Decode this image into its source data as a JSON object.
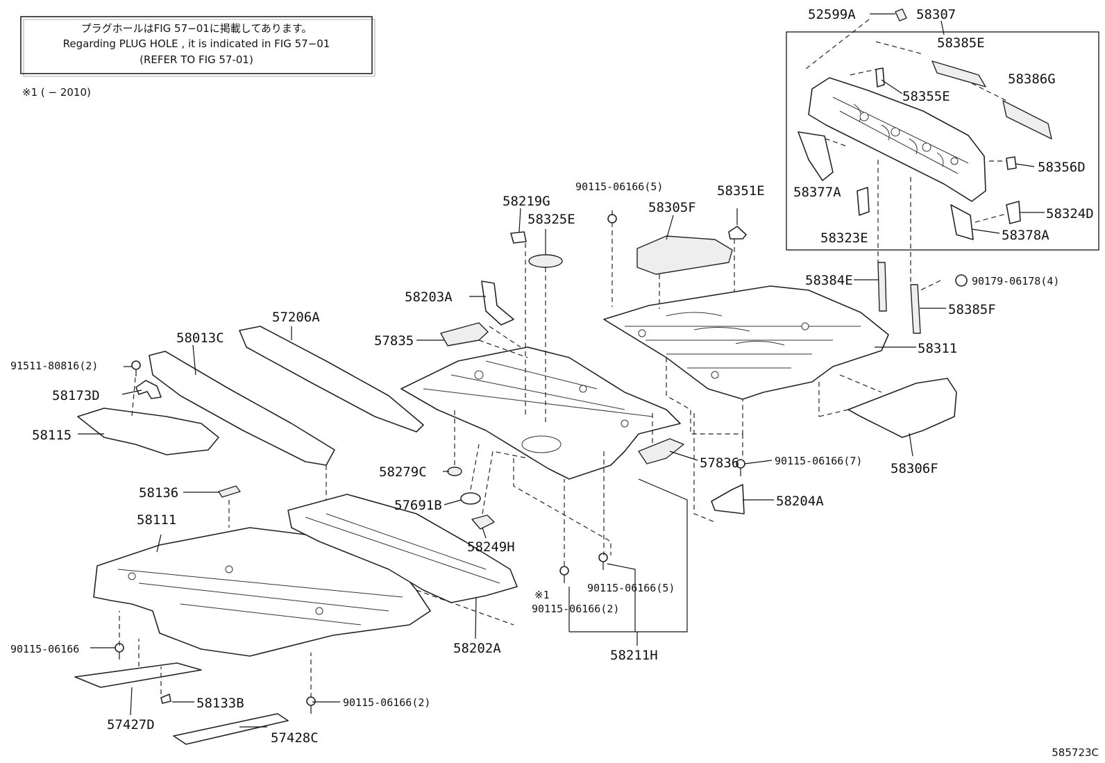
{
  "notice": {
    "line1": "プラグホールはFIG 57−01に掲載してあります。",
    "line2": "Regarding  PLUG  HOLE , it is indicated in FIG  57−01",
    "line3": "(REFER TO FIG 57-01)"
  },
  "footnote": "※1 (      − 2010)",
  "figure_code": "585723C",
  "labels": {
    "p52599A": "52599A",
    "p58307": "58307",
    "p58385E": "58385E",
    "p58386G": "58386G",
    "p58355E": "58355E",
    "p58356D": "58356D",
    "p58377A": "58377A",
    "p58324D": "58324D",
    "p58378A": "58378A",
    "p58323E": "58323E",
    "p58384E": "58384E",
    "p90179": "90179-06178(4)",
    "p58385F": "58385F",
    "p58311": "58311",
    "p58306F": "58306F",
    "p90115_7": "90115-06166(7)",
    "p58204A": "58204A",
    "p57836": "57836",
    "p90115_5a": "90115-06166(5)",
    "p58351E": "58351E",
    "p58305F": "58305F",
    "p58219G": "58219G",
    "p58325E": "58325E",
    "p58203A": "58203A",
    "p57835": "57835",
    "p57206A": "57206A",
    "p58013C": "58013C",
    "p91511": "91511-80816(2)",
    "p58173D": "58173D",
    "p58115": "58115",
    "p58279C": "58279C",
    "p57691B": "57691B",
    "p58249H": "58249H",
    "p58136": "58136",
    "p58111": "58111",
    "p90115_5b": "90115-06166(5)",
    "mark1": "※1",
    "p90115_2a": "90115-06166(2)",
    "p58211H": "58211H",
    "p58202A": "58202A",
    "p90115": "90115-06166",
    "p58133B": "58133B",
    "p90115_2b": "90115-06166(2)",
    "p57427D": "57427D",
    "p57428C": "57428C"
  }
}
